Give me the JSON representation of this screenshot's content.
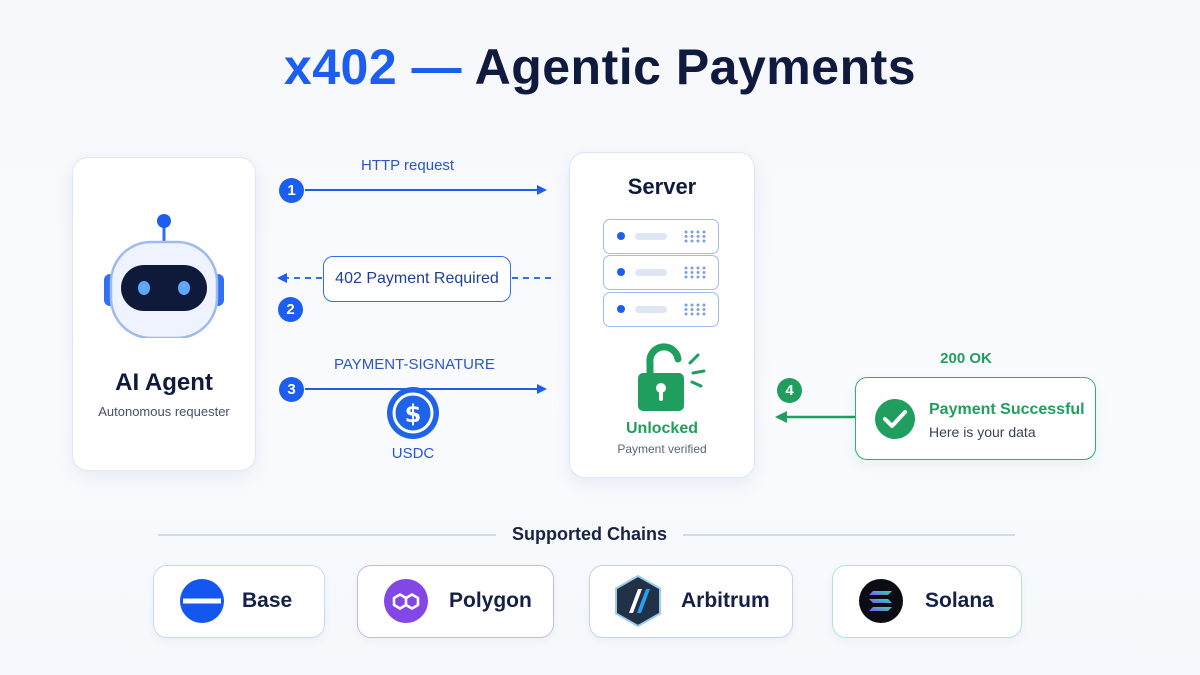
{
  "title": {
    "accent": "x402",
    "separator": "—",
    "main": "Agentic Payments"
  },
  "agent": {
    "title": "AI Agent",
    "subtitle": "Autonomous requester"
  },
  "server": {
    "title": "Server",
    "status": "Unlocked",
    "status_sub": "Payment verified"
  },
  "steps": [
    {
      "number": "1",
      "label": "HTTP request"
    },
    {
      "number": "2",
      "label": "402 Payment Required"
    },
    {
      "number": "3",
      "label": "PAYMENT-SIGNATURE",
      "token": "USDC"
    },
    {
      "number": "4",
      "label": "200 OK"
    }
  ],
  "success": {
    "title": "Payment Successful",
    "subtitle": "Here is your data"
  },
  "chains": {
    "heading": "Supported Chains",
    "items": [
      {
        "name": "Base",
        "icon": "base-icon",
        "border": "#c9d8f7"
      },
      {
        "name": "Polygon",
        "icon": "polygon-icon",
        "border": "#c8b6ef"
      },
      {
        "name": "Arbitrum",
        "icon": "arbitrum-icon",
        "border": "#c3d3ea"
      },
      {
        "name": "Solana",
        "icon": "solana-icon",
        "border": "#b4e3d4"
      }
    ]
  },
  "colors": {
    "accent": "#1b5ef0",
    "success": "#1f9e5e",
    "text": "#101a3e"
  }
}
